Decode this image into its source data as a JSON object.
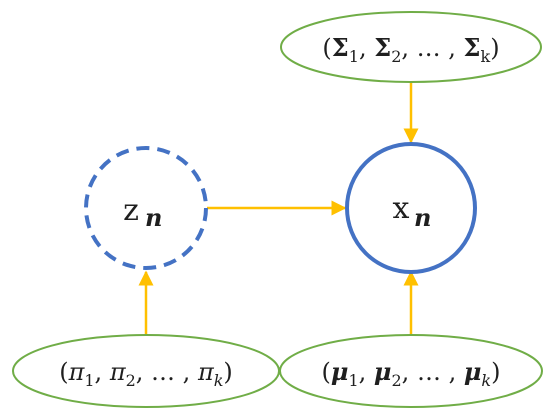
{
  "nodes": {
    "z": {
      "base": "z",
      "sub": "n"
    },
    "x": {
      "base": "x",
      "sub": "n"
    },
    "sigma": {
      "sym": "Σ",
      "subs": [
        "1",
        "2",
        "k"
      ],
      "ellipsis": "…"
    },
    "pi": {
      "sym": "π",
      "subs": [
        "1",
        "2",
        "k"
      ],
      "ellipsis": "…"
    },
    "mu": {
      "sym": "μ",
      "subs": [
        "1",
        "2",
        "k"
      ],
      "ellipsis": "…"
    }
  },
  "colors": {
    "node_stroke": "#4472C4",
    "param_stroke": "#70AD47",
    "arrow": "#FFC000"
  }
}
